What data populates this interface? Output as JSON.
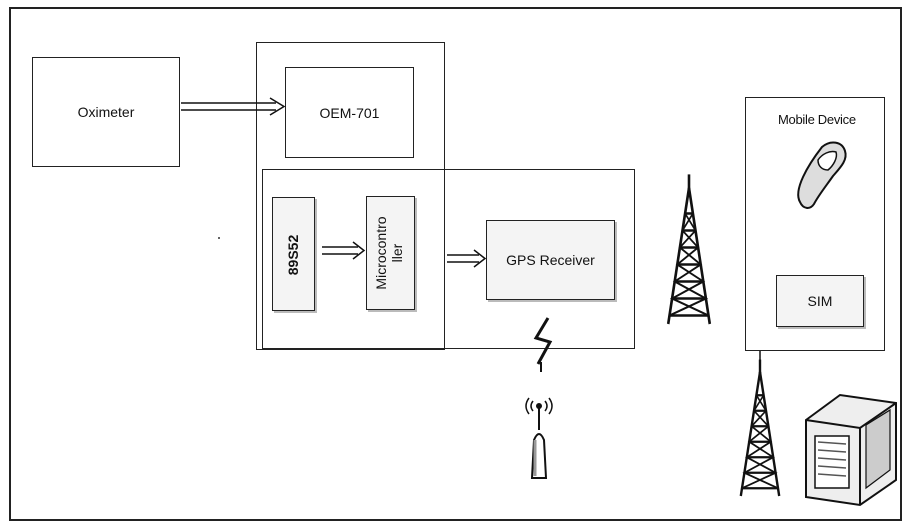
{
  "blocks": {
    "oximeter": "Oximeter",
    "oem": "OEM-701",
    "chip": "89S52",
    "micro_line1": "Microcontro",
    "micro_line2": "ller",
    "gps": "GPS Receiver",
    "mobile_title": "Mobile Device",
    "sim": "SIM"
  },
  "icons": [
    "radio-tower-icon",
    "mobile-phone-icon",
    "antenna-icon",
    "server-icon"
  ]
}
